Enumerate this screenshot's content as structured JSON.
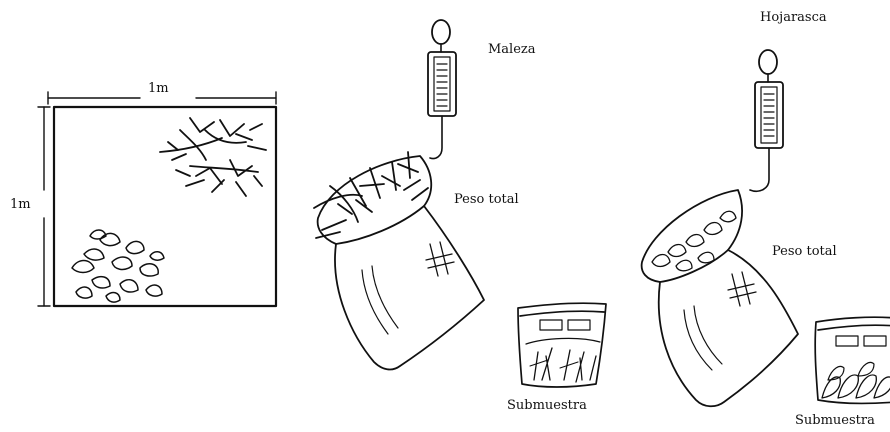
{
  "quadrat": {
    "width_label": "1m",
    "height_label": "1m"
  },
  "weed": {
    "scale_label": "Maleza",
    "total_label": "Peso total",
    "subsample_label": "Submuestra"
  },
  "litter": {
    "scale_label": "Hojarasca",
    "total_label": "Peso total",
    "subsample_label": "Submuestra"
  },
  "line_color": "#111111"
}
